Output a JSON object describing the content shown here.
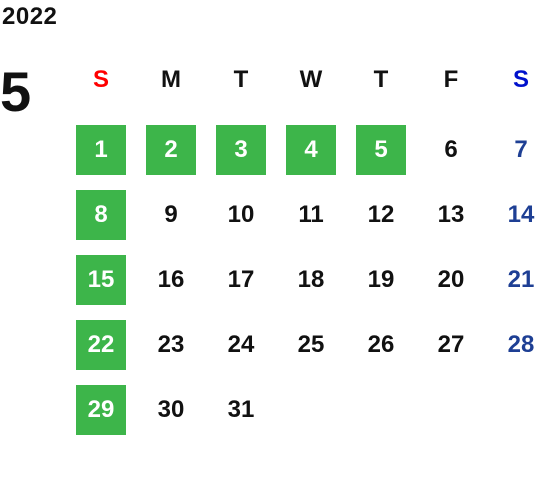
{
  "header": {
    "year": "2022",
    "month": "5"
  },
  "weekdays": [
    {
      "label": "S",
      "color": "#ff0000"
    },
    {
      "label": "M",
      "color": "#111111"
    },
    {
      "label": "T",
      "color": "#111111"
    },
    {
      "label": "W",
      "color": "#111111"
    },
    {
      "label": "T",
      "color": "#111111"
    },
    {
      "label": "F",
      "color": "#111111"
    },
    {
      "label": "S",
      "color": "#0011cc"
    }
  ],
  "colors": {
    "highlight_bg": "#3db54a",
    "highlight_text": "#ffffff",
    "saturday_text": "#1e3f94",
    "default_text": "#111111"
  },
  "weeks": [
    [
      {
        "day": "1",
        "hl": true
      },
      {
        "day": "2",
        "hl": true
      },
      {
        "day": "3",
        "hl": true
      },
      {
        "day": "4",
        "hl": true
      },
      {
        "day": "5",
        "hl": true
      },
      {
        "day": "6",
        "hl": false
      },
      {
        "day": "7",
        "hl": false
      }
    ],
    [
      {
        "day": "8",
        "hl": true
      },
      {
        "day": "9",
        "hl": false
      },
      {
        "day": "10",
        "hl": false
      },
      {
        "day": "11",
        "hl": false
      },
      {
        "day": "12",
        "hl": false
      },
      {
        "day": "13",
        "hl": false
      },
      {
        "day": "14",
        "hl": false
      }
    ],
    [
      {
        "day": "15",
        "hl": true
      },
      {
        "day": "16",
        "hl": false
      },
      {
        "day": "17",
        "hl": false
      },
      {
        "day": "18",
        "hl": false
      },
      {
        "day": "19",
        "hl": false
      },
      {
        "day": "20",
        "hl": false
      },
      {
        "day": "21",
        "hl": false
      }
    ],
    [
      {
        "day": "22",
        "hl": true
      },
      {
        "day": "23",
        "hl": false
      },
      {
        "day": "24",
        "hl": false
      },
      {
        "day": "25",
        "hl": false
      },
      {
        "day": "26",
        "hl": false
      },
      {
        "day": "27",
        "hl": false
      },
      {
        "day": "28",
        "hl": false
      }
    ],
    [
      {
        "day": "29",
        "hl": true
      },
      {
        "day": "30",
        "hl": false
      },
      {
        "day": "31",
        "hl": false
      }
    ]
  ]
}
